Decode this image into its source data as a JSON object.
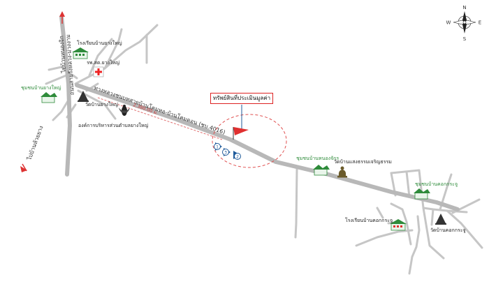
{
  "map": {
    "property_callout": "ทรัพย์สินที่ประเมินมูลค่า",
    "main_road_label": "ทางหลวงชนบทสายบ้านโคมหอ-บ้านโคมดอน (ชบ.4016)",
    "distance_label": "2,380.00 ม.",
    "left_road_label": "ถนนสายวังหลวง-ม่วงงาม",
    "up_arrow_label": "ไปบ้านหนองจิก",
    "down_arrow_label": "ไปบ้านห้วยยาง",
    "landmarks": {
      "school_yangyai": "โรงเรียนบ้านยางใหญ่",
      "health_center": "รพ.สต.ยางใหญ่",
      "community_yangyai": "ชุมชนบ้านยางใหญ่",
      "temple_yangyai": "วัดบ้านยางใหญ่",
      "tao_office": "องค์การบริหารส่วนตำบลยางใหญ่",
      "community_nongchak": "ชุมชนบ้านหนองจักร",
      "temple_saengtham": "วัดบ้านแสงธรรมเจริญธรรม",
      "community_khokkrachu": "ชุมชนบ้านคอกกระจู",
      "school_khokkrachu": "โรงเรียนบ้านคอกกระจู",
      "temple_khokkrachu": "วัดบ้านคอกกระจู"
    },
    "markers": [
      "1",
      "2",
      "3"
    ],
    "compass": {
      "n": "N",
      "s": "S",
      "e": "E",
      "w": "W"
    },
    "colors": {
      "road": "#c4c4c4",
      "flag": "#e03030",
      "circle": "#e03030",
      "green": "#2e8b3a",
      "marker": "#1e5a9a"
    }
  }
}
